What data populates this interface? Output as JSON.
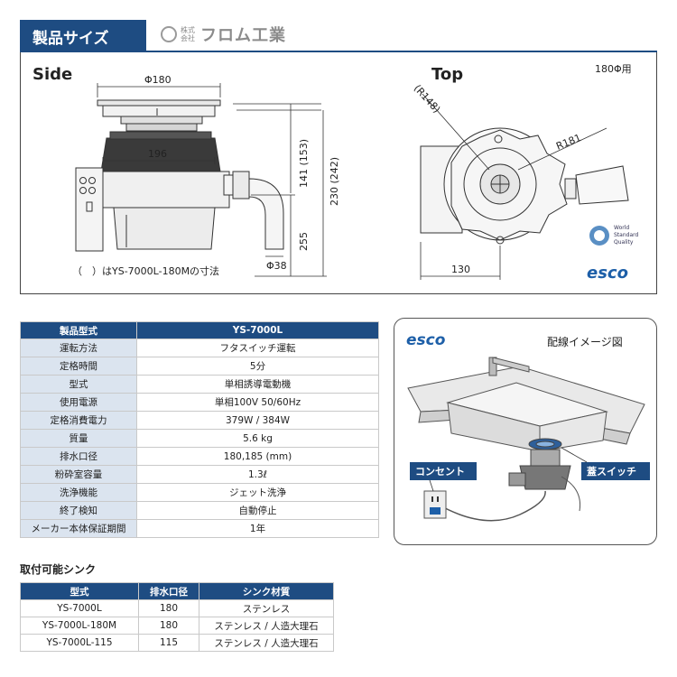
{
  "header": {
    "section_title": "製品サイズ",
    "logo_small": "株式会社",
    "logo_name": "フロム工業"
  },
  "drawing": {
    "side_label": "Side",
    "top_label": "Top",
    "top_note": "180Φ用",
    "note": "（　）はYS-7000L-180Mの寸法",
    "dims": {
      "d180": "Φ180",
      "d196": "196",
      "d141": "141 (153)",
      "d230": "230 (242)",
      "d255": "255",
      "d38": "Φ38",
      "r148": "(R148)",
      "r181": "R181",
      "d130": "130"
    },
    "wsq": {
      "w": "World",
      "s": "Standard",
      "q": "Quality"
    },
    "brand": "esco"
  },
  "spec": {
    "header": [
      "製品型式",
      "YS-7000L"
    ],
    "rows": [
      [
        "運転方法",
        "フタスイッチ運転"
      ],
      [
        "定格時間",
        "5分"
      ],
      [
        "型式",
        "単相誘導電動機"
      ],
      [
        "使用電源",
        "単相100V 50/60Hz"
      ],
      [
        "定格消費電力",
        "379W / 384W"
      ],
      [
        "質量",
        "5.6 kg"
      ],
      [
        "排水口径",
        "180,185 (mm)"
      ],
      [
        "粉砕室容量",
        "1.3ℓ"
      ],
      [
        "洗浄機能",
        "ジェット洗浄"
      ],
      [
        "終了検知",
        "自動停止"
      ],
      [
        "メーカー本体保証期間",
        "1年"
      ]
    ]
  },
  "wiring": {
    "brand": "esco",
    "title": "配線イメージ図",
    "outlet_label": "コンセント",
    "switch_label": "蓋スイッチ"
  },
  "sinks": {
    "title": "取付可能シンク",
    "header": [
      "型式",
      "排水口径",
      "シンク材質"
    ],
    "rows": [
      [
        "YS-7000L",
        "180",
        "ステンレス"
      ],
      [
        "YS-7000L-180M",
        "180",
        "ステンレス / 人造大理石"
      ],
      [
        "YS-7000L-115",
        "115",
        "ステンレス / 人造大理石"
      ]
    ]
  },
  "colors": {
    "brand_blue": "#1e4c82",
    "label_bg": "#dbe4ef",
    "esco_blue": "#1d5fa8"
  }
}
